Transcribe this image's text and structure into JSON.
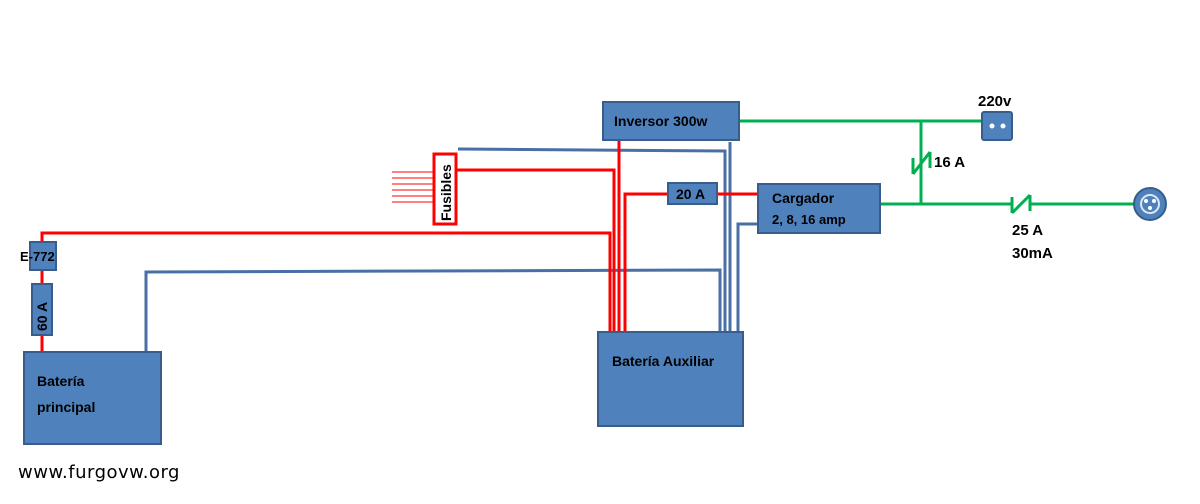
{
  "components": {
    "bateria_principal": {
      "line1": "Batería",
      "line2": "principal"
    },
    "bateria_auxiliar": "Batería Auxiliar",
    "inversor": "Inversor 300w",
    "cargador": {
      "line1": "Cargador",
      "line2": "2, 8, 16 amp"
    },
    "fusibles": "Fusibles",
    "fuse_20a": "20 A",
    "fuse_60a": "60 A",
    "e772": "E-772",
    "outlet_220v": "220v",
    "breaker_16a": "16 A",
    "breaker_25a": {
      "line1": "25 A",
      "line2": "30mA"
    }
  },
  "colors": {
    "box_fill": "#4f81bd",
    "box_stroke": "#385d8a",
    "wire_positive": "#ff0000",
    "wire_negative": "#4a6fa5",
    "wire_ac": "#00b050"
  },
  "watermark": "www.furgovw.org"
}
